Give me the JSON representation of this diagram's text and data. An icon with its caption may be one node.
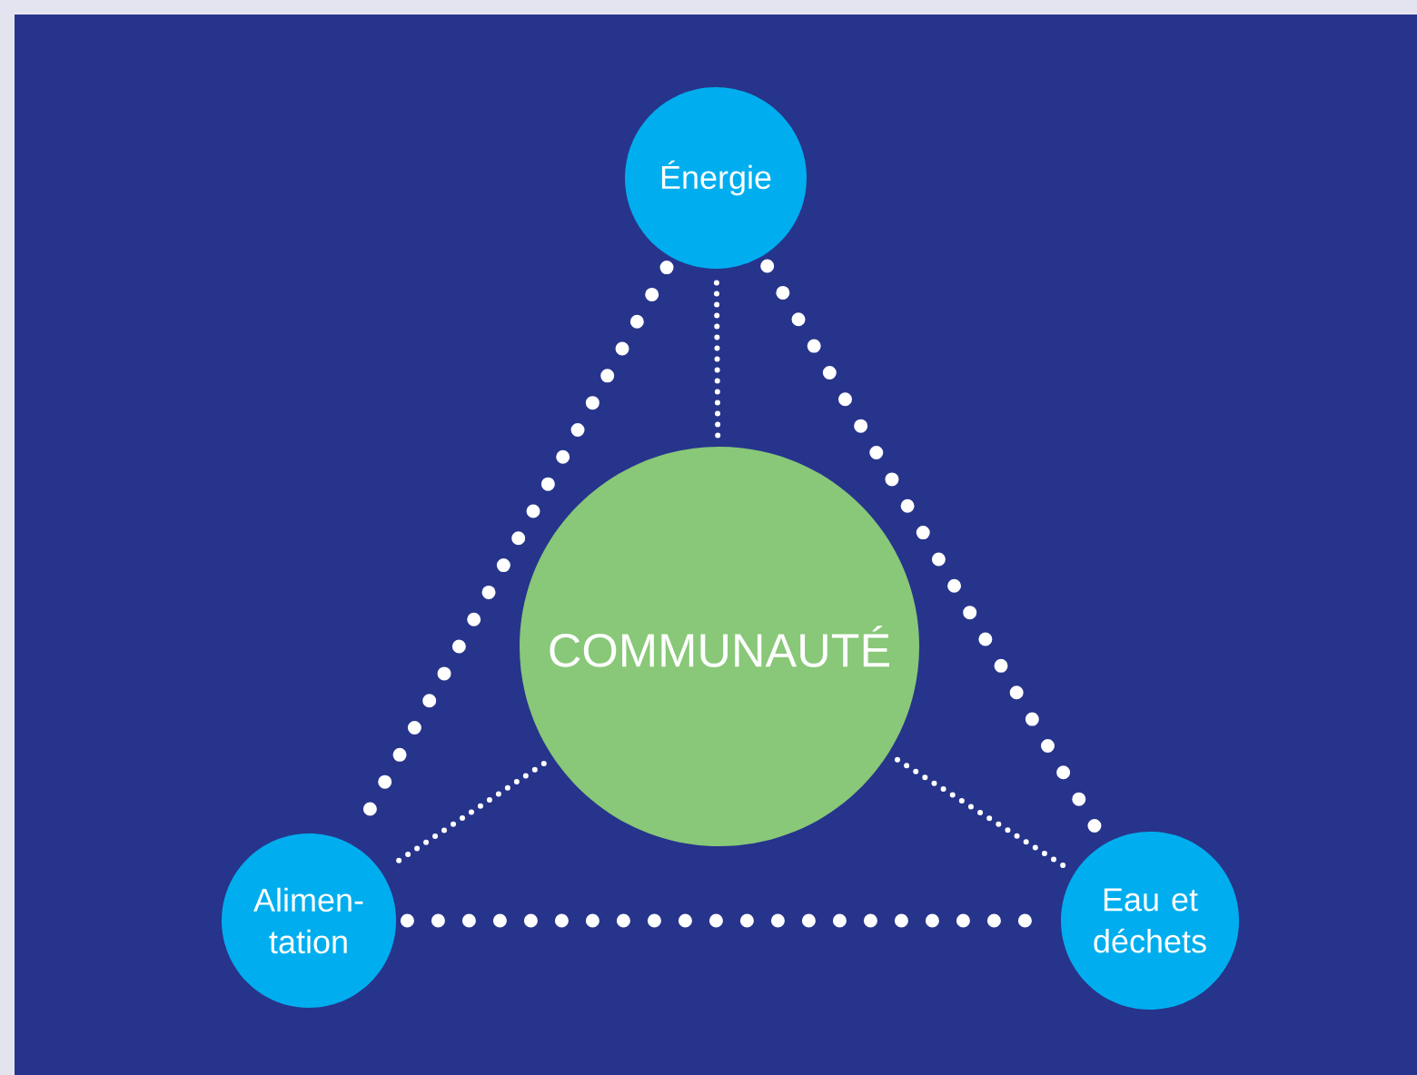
{
  "diagram": {
    "nodes": [
      {
        "text": [
          "Énergie"
        ]
      },
      {
        "text": [
          "COMMUNAUTÉ"
        ]
      },
      {
        "text": [
          "Alimen- tation"
        ]
      },
      {
        "text": [
          "Eau et déchets"
        ]
      }
    ],
    "edges": [
      {
        "from": 0,
        "to": 2,
        "arrow": "none",
        "style": "dashed"
      },
      {
        "from": 0,
        "to": 3,
        "arrow": "none",
        "style": "dashed"
      },
      {
        "from": 2,
        "to": 3,
        "arrow": "none",
        "style": "dashed"
      },
      {
        "from": 1,
        "to": 0,
        "arrow": "none",
        "style": "dashed"
      },
      {
        "from": 1,
        "to": 2,
        "arrow": "none",
        "style": "dashed"
      },
      {
        "from": 1,
        "to": 3,
        "arrow": "none",
        "style": "dashed"
      }
    ]
  }
}
